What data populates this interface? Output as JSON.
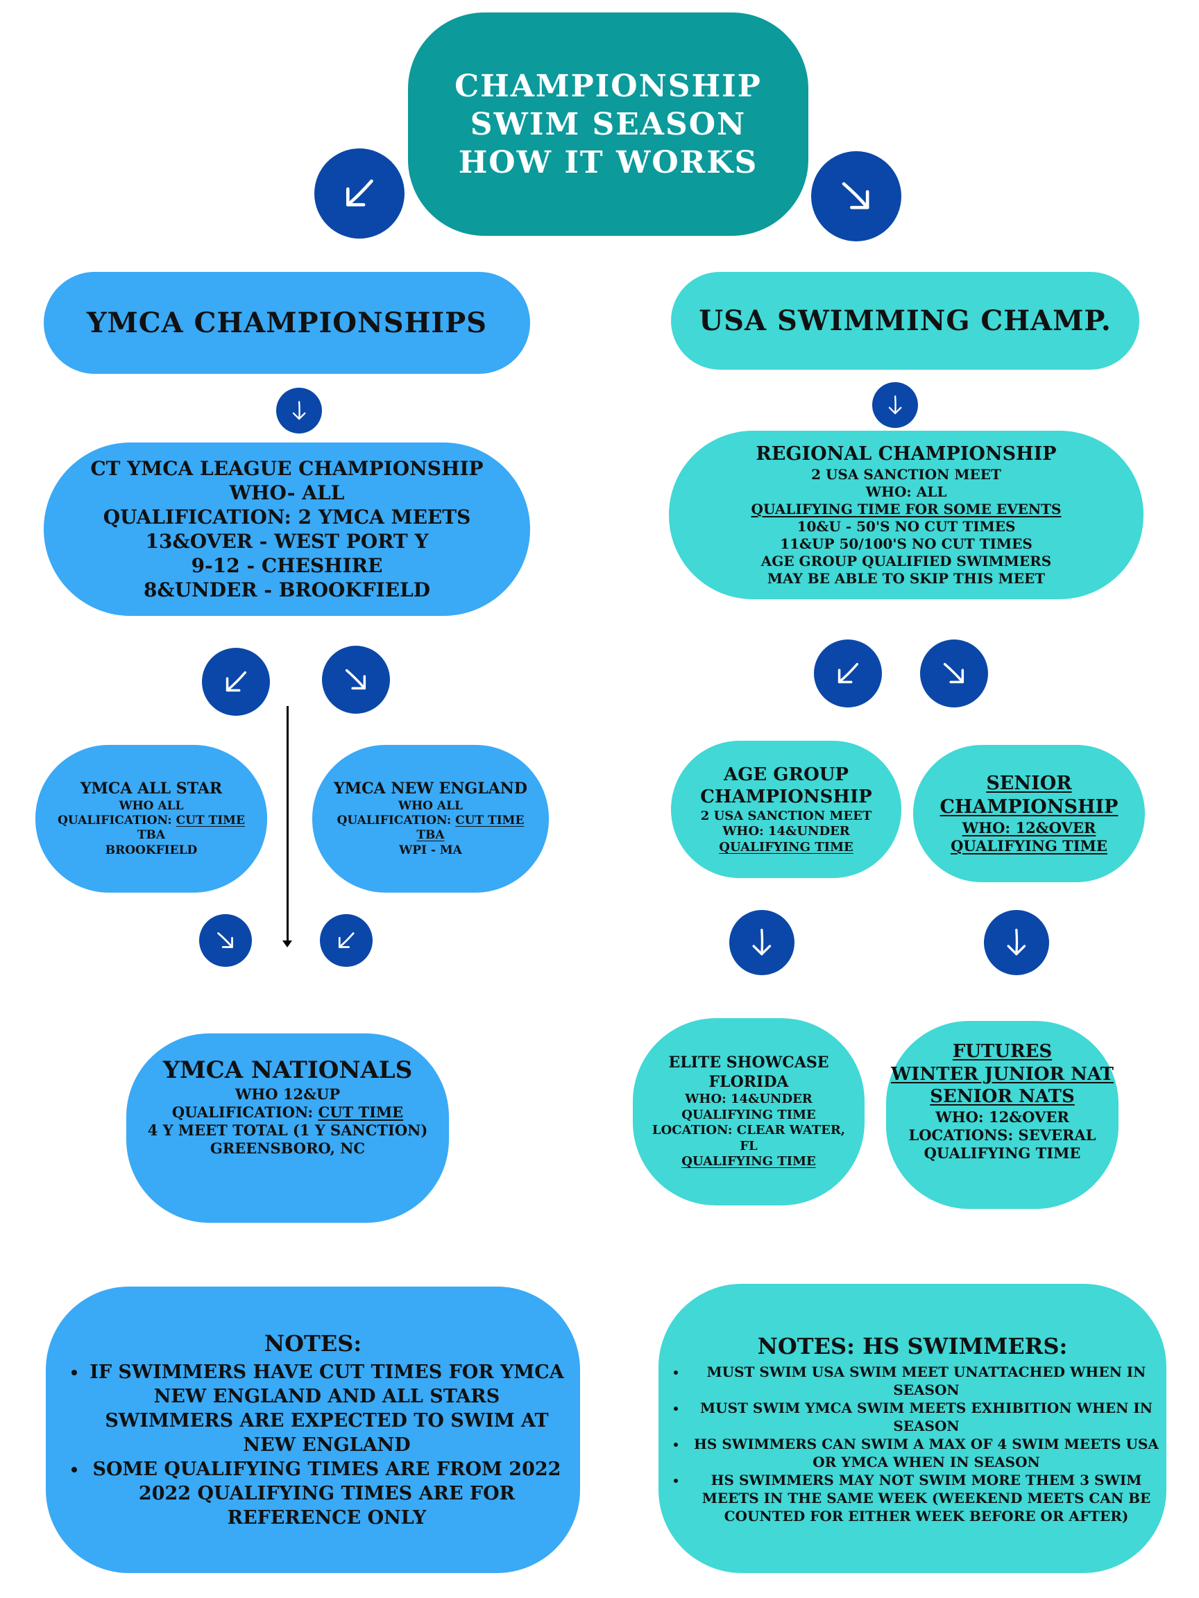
{
  "title": [
    "CHAMPIONSHIP",
    "SWIM SEASON",
    "HOW IT WORKS"
  ],
  "colors": {
    "title_bg": "#0c9a9b",
    "ymca_blue": "#3aa9f6",
    "usa_turquoise": "#41d8d6",
    "arrow_circle": "#0b47a8"
  },
  "boxes": {
    "ymca_champ": [
      [
        {
          "t": "YMCA CHAMPIONSHIPS"
        }
      ]
    ],
    "usa_champ": [
      [
        {
          "t": "USA SWIMMING CHAMP."
        }
      ]
    ],
    "ct_ymca": [
      [
        {
          "t": "CT YMCA LEAGUE CHAMPIONSHIP"
        }
      ],
      [
        {
          "t": "WHO- ALL"
        }
      ],
      [
        {
          "t": "QUALIFICATION: 2 YMCA MEETS"
        }
      ],
      [
        {
          "t": "13&OVER - WEST PORT Y"
        }
      ],
      [
        {
          "t": "9-12 - CHESHIRE"
        }
      ],
      [
        {
          "t": "8&UNDER - BROOKFIELD"
        }
      ]
    ],
    "regional": [
      [
        {
          "t": "REGIONAL CHAMPIONSHIP"
        }
      ],
      [
        {
          "t": "2 USA SANCTION MEET"
        }
      ],
      [
        {
          "t": "WHO: ALL"
        }
      ],
      [
        {
          "t": "QUALIFYING TIME FOR SOME EVENTS",
          "u": true
        }
      ],
      [
        {
          "t": "10&U - 50'S NO CUT TIMES"
        }
      ],
      [
        {
          "t": "11&UP 50/100'S NO CUT TIMES"
        }
      ],
      [
        {
          "t": "AGE GROUP QUALIFIED SWIMMERS"
        }
      ],
      [
        {
          "t": "MAY BE ABLE TO SKIP THIS MEET"
        }
      ]
    ],
    "all_star": [
      [
        {
          "t": "YMCA ALL STAR"
        }
      ],
      [
        {
          "t": "WHO ALL"
        }
      ],
      [
        {
          "t": "QUALIFICATION: "
        },
        {
          "t": "CUT TIME",
          "u": true
        }
      ],
      [
        {
          "t": "TBA"
        }
      ],
      [
        {
          "t": "BROOKFIELD"
        }
      ]
    ],
    "new_england": [
      [
        {
          "t": "YMCA NEW ENGLAND"
        }
      ],
      [
        {
          "t": "WHO ALL"
        }
      ],
      [
        {
          "t": "QUALIFICATION: "
        },
        {
          "t": "CUT TIME",
          "u": true
        }
      ],
      [
        {
          "t": "TBA",
          "u": true
        }
      ],
      [
        {
          "t": "WPI - MA"
        }
      ]
    ],
    "age_group": [
      [
        {
          "t": "AGE GROUP"
        }
      ],
      [
        {
          "t": "CHAMPIONSHIP"
        }
      ],
      [
        {
          "t": "2 USA SANCTION MEET"
        }
      ],
      [
        {
          "t": "WHO: 14&UNDER"
        }
      ],
      [
        {
          "t": "QUALIFYING TIME ",
          "u": true
        }
      ]
    ],
    "senior": [
      [
        {
          "t": "SENIOR",
          "u": true
        }
      ],
      [
        {
          "t": "CHAMPIONSHIP",
          "u": true
        }
      ],
      [
        {
          "t": "WHO: 12&OVER",
          "u": true
        }
      ],
      [
        {
          "t": "QUALIFYING TIME ",
          "u": true
        }
      ]
    ],
    "nationals": [
      [
        {
          "t": "YMCA NATIONALS"
        }
      ],
      [
        {
          "t": "WHO 12&UP"
        }
      ],
      [
        {
          "t": "QUALIFICATION: "
        },
        {
          "t": "CUT TIME",
          "u": true
        }
      ],
      [
        {
          "t": "4  Y MEET TOTAL (1 Y SANCTION)"
        }
      ],
      [
        {
          "t": "GREENSBORO, NC"
        }
      ]
    ],
    "elite": [
      [
        {
          "t": "ELITE SHOWCASE"
        }
      ],
      [
        {
          "t": "FLORIDA"
        }
      ],
      [
        {
          "t": "WHO: 14&UNDER"
        }
      ],
      [
        {
          "t": "QUALIFYING TIME"
        }
      ],
      [
        {
          "t": "LOCATION: CLEAR WATER,"
        }
      ],
      [
        {
          "t": "FL"
        }
      ],
      [
        {
          "t": "QUALIFYING TIME",
          "u": true
        }
      ]
    ],
    "futures": [
      [
        {
          "t": "FUTURES",
          "u": true
        }
      ],
      [
        {
          "t": "WINTER JUNIOR NAT",
          "u": true
        }
      ],
      [
        {
          "t": "SENIOR NATS",
          "u": true
        }
      ],
      [
        {
          "t": "WHO: 12&OVER"
        }
      ],
      [
        {
          "t": "LOCATIONS: SEVERAL"
        }
      ],
      [
        {
          "t": "QUALIFYING TIME"
        }
      ]
    ]
  },
  "notes_ymca": {
    "heading": "NOTES:",
    "bullets": [
      "  IF SWIMMERS HAVE CUT TIMES FOR YMCA NEW ENGLAND AND ALL STARS SWIMMERS ARE EXPECTED TO SWIM AT NEW ENGLAND",
      "SOME QUALIFYING TIMES ARE FROM 2022 2022 QUALIFYING TIMES ARE FOR REFERENCE ONLY"
    ]
  },
  "notes_hs": {
    "heading": "NOTES: HS SWIMMERS:",
    "bullets": [
      "MUST SWIM USA SWIM MEET UNATTACHED WHEN IN SEASON",
      "MUST SWIM YMCA SWIM MEETS EXHIBITION WHEN IN SEASON",
      "HS SWIMMERS CAN SWIM A MAX OF 4 SWIM MEETS USA OR YMCA WHEN IN SEASON",
      "HS SWIMMERS MAY NOT SWIM MORE THEM 3 SWIM MEETS IN THE SAME WEEK (WEEKEND MEETS CAN BE COUNTED FOR EITHER WEEK BEFORE OR AFTER)"
    ]
  },
  "arrows": [
    "arrow-down-left-icon",
    "arrow-down-right-icon",
    "arrow-down-icon"
  ]
}
